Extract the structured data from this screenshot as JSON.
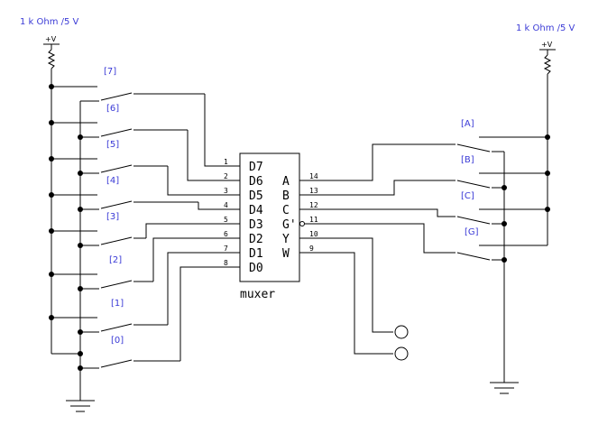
{
  "supplies": [
    {
      "rating": "1 k Ohm /5 V",
      "symbol": "+V"
    },
    {
      "rating": "1 k Ohm /5 V",
      "symbol": "+V"
    }
  ],
  "data_switches": [
    "[7]",
    "[6]",
    "[5]",
    "[4]",
    "[3]",
    "[2]",
    "[1]",
    "[0]"
  ],
  "select_switches": [
    "[A]",
    "[B]",
    "[C]",
    "[G]"
  ],
  "chip": {
    "name": "muxer",
    "inputs": [
      "D7",
      "D6",
      "D5",
      "D4",
      "D3",
      "D2",
      "D1",
      "D0"
    ],
    "input_pins": [
      "1",
      "2",
      "3",
      "4",
      "5",
      "6",
      "7",
      "8"
    ],
    "outputs": [
      "A",
      "B",
      "C",
      "G'",
      "Y",
      "W"
    ],
    "output_pins": [
      "14",
      "13",
      "12",
      "11",
      "10",
      "9"
    ]
  }
}
